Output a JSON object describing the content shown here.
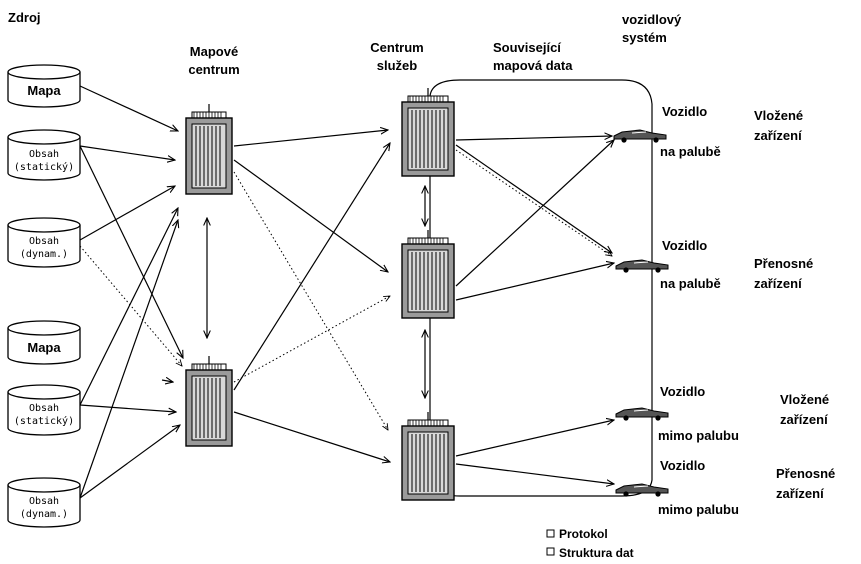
{
  "headers": {
    "source": "Zdroj",
    "map_center": [
      "Mapové",
      "centrum"
    ],
    "service_center": [
      "Centrum",
      "služeb"
    ],
    "related_data": [
      "Související",
      "mapová data"
    ],
    "vehicle_system": [
      "vozidlový",
      "systém"
    ]
  },
  "sources": [
    {
      "type": "map",
      "lines": [
        "Mapa"
      ]
    },
    {
      "type": "content",
      "lines": [
        "Obsah",
        "(statický)"
      ]
    },
    {
      "type": "content",
      "lines": [
        "Obsah",
        "(dynam.)"
      ]
    },
    {
      "type": "map",
      "lines": [
        "Mapa"
      ]
    },
    {
      "type": "content",
      "lines": [
        "Obsah",
        "(statický)"
      ]
    },
    {
      "type": "content",
      "lines": [
        "Obsah",
        "(dynam.)"
      ]
    }
  ],
  "vehicles": [
    {
      "vehicle": [
        "Vozidlo",
        "na palubě"
      ],
      "device": [
        "Vložené",
        "zařízení"
      ]
    },
    {
      "vehicle": [
        "Vozidlo",
        "na palubě"
      ],
      "device": [
        "Přenosné",
        "zařízení"
      ]
    },
    {
      "vehicle": [
        "Vozidlo",
        "mimo palubu"
      ],
      "device": [
        "Vložené",
        "zařízení"
      ]
    },
    {
      "vehicle": [
        "Vozidlo",
        "mimo palubu"
      ],
      "device": [
        "Přenosné",
        "zařízení"
      ]
    }
  ],
  "legend": [
    "Protokol",
    "Struktura dat"
  ]
}
